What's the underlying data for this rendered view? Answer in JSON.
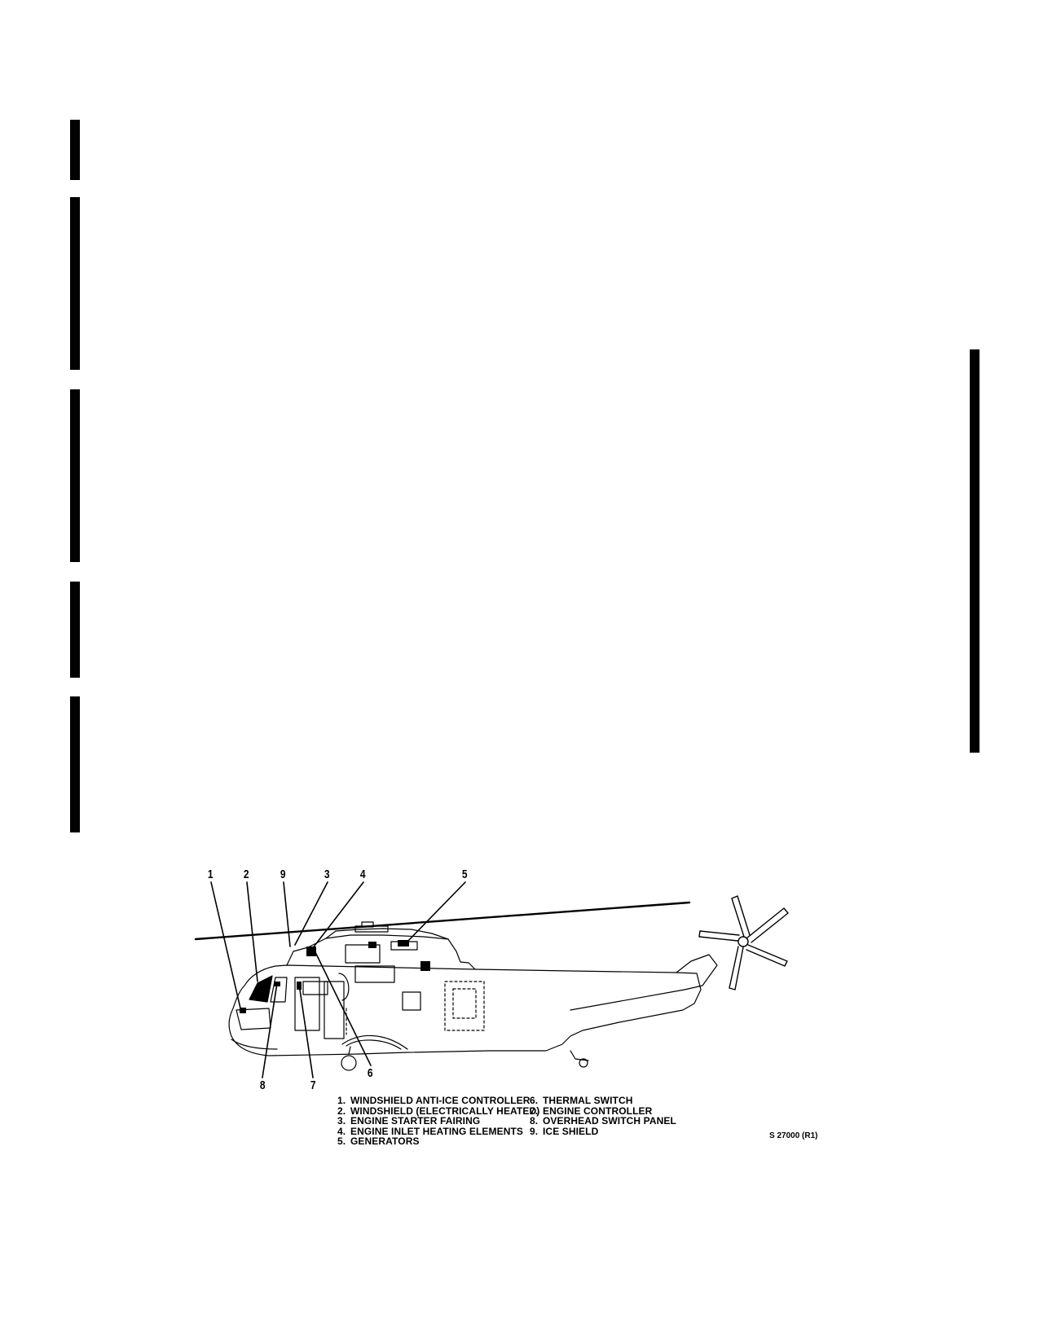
{
  "callouts": [
    "1",
    "2",
    "9",
    "3",
    "4",
    "5",
    "8",
    "7",
    "6"
  ],
  "legend": {
    "left": [
      {
        "num": "1.",
        "text": "WINDSHIELD ANTI-ICE CONTROLLER"
      },
      {
        "num": "2.",
        "text": "WINDSHIELD (ELECTRICALLY HEATED)"
      },
      {
        "num": "3.",
        "text": "ENGINE STARTER FAIRING"
      },
      {
        "num": "4.",
        "text": "ENGINE INLET HEATING ELEMENTS"
      },
      {
        "num": "5.",
        "text": "GENERATORS"
      }
    ],
    "right": [
      {
        "num": "6.",
        "text": "THERMAL SWITCH"
      },
      {
        "num": "7.",
        "text": "ENGINE CONTROLLER"
      },
      {
        "num": "8.",
        "text": "OVERHEAD SWITCH PANEL"
      },
      {
        "num": "9.",
        "text": "ICE SHIELD"
      }
    ]
  },
  "figure_id": "S 27000 (R1)"
}
